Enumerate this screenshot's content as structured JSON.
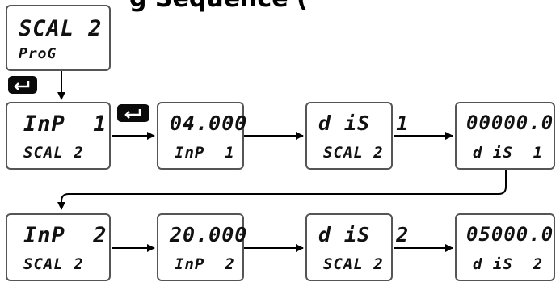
{
  "title": "g Sequence (",
  "displays": [
    {
      "line1": "SCAL 2",
      "line2": "ProG"
    },
    {
      "line1": "InP  1",
      "line2": "SCAL 2"
    },
    {
      "line1": "04.000",
      "line2": "InP  1"
    },
    {
      "line1": "d iS  1",
      "line2": "SCAL 2"
    },
    {
      "line1": "00000.0",
      "line2": "d iS  1"
    },
    {
      "line1": "InP  2",
      "line2": "SCAL 2"
    },
    {
      "line1": "20.000",
      "line2": "InP  2"
    },
    {
      "line1": "d iS  2",
      "line2": "SCAL 2"
    },
    {
      "line1": "05000.0",
      "line2": "d iS  2"
    }
  ],
  "keys": {
    "enter": "enter-key"
  }
}
